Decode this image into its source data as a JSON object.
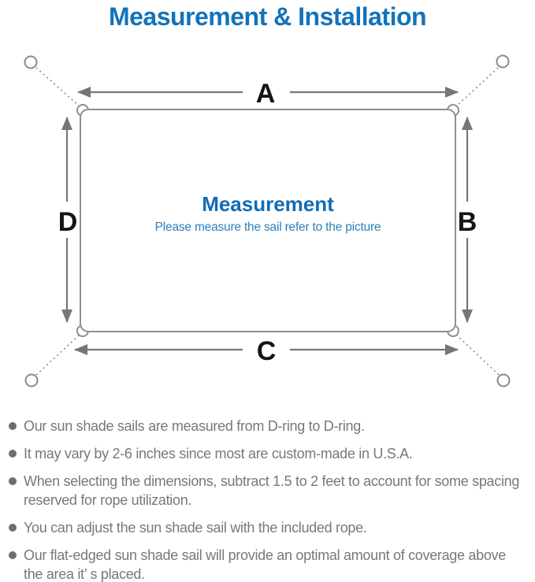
{
  "title": "Measurement & Installation",
  "diagram": {
    "labels": {
      "top": "A",
      "right": "B",
      "bottom": "C",
      "left": "D"
    },
    "heading": "Measurement",
    "subheading": "Please measure the sail refer to the picture"
  },
  "notes": {
    "items": [
      "Our sun shade sails are measured from D-ring to D-ring.",
      "It may vary by 2-6 inches since most are custom-made in U.S.A.",
      "When selecting the dimensions, subtract 1.5 to 2 feet to account for some spacing\nreserved for rope utilization.",
      "You can adjust the sun shade sail with the included rope.",
      "Our flat-edged sun shade sail will provide an optimal amount of coverage above\nthe area it’ s placed."
    ]
  },
  "colors": {
    "title_blue": "#1273ba",
    "heading_blue": "#116cb4",
    "subheading_blue": "#2e7fb9",
    "body_text_gray": "#787878",
    "bullet_gray": "#6e6e6e",
    "outline_gray": "#8f8f8f",
    "arrow_gray": "#767676",
    "label_black": "#141414"
  }
}
